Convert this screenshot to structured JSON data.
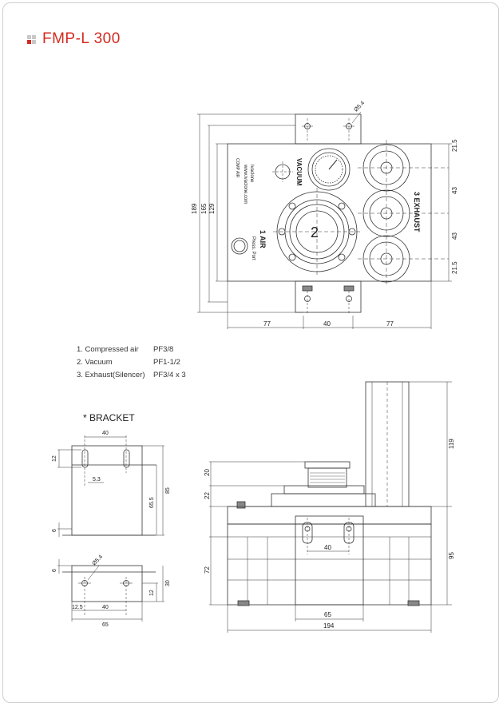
{
  "header": {
    "title": "FMP-L 300",
    "icon": "four-square-bullet-icon",
    "bullet_colors": [
      "#c8c8c8",
      "#c8c8c8",
      "#d42a20",
      "#c8c8c8"
    ],
    "accent": "#d42a20"
  },
  "top_view": {
    "dims": {
      "overall_h": "189",
      "h165": "165",
      "h129": "129",
      "w_left": "77",
      "w_mid": "40",
      "w_right": "77",
      "r_top": "21.5",
      "r_43a": "43",
      "r_43b": "43",
      "r_bot": "21.5",
      "hole": "Ø5.4"
    },
    "labels": {
      "vacuum": "VACUUM",
      "exhaust": "3 EXHAUST",
      "air": "1 AIR",
      "air_sub": "Press. Port",
      "center": "2",
      "brand1": "Ivaclone",
      "brand2": "www.ivaclone.com",
      "brand3": "COMP AIR"
    }
  },
  "specs": [
    {
      "label": "1. Compressed air",
      "value": "PF3/8"
    },
    {
      "label": "2. Vacuum",
      "value": "PF1-1/2"
    },
    {
      "label": "3. Exhaust(Silencer)",
      "value": "PF3/4 x 3"
    }
  ],
  "bracket": {
    "title": "* BRACKET",
    "dims": {
      "w40": "40",
      "h12": "12",
      "d53": "5.3",
      "h655": "65.5",
      "h85": "85",
      "h6": "6",
      "h6b": "6",
      "hole": "Ø5.4",
      "h12b": "12",
      "h30": "30",
      "w125": "12.5",
      "w40b": "40",
      "w65": "65"
    }
  },
  "side_view": {
    "dims": {
      "h119": "119",
      "h20": "20",
      "h22": "22",
      "h72": "72",
      "h95": "95",
      "w40": "40",
      "w65": "65",
      "w194": "194"
    }
  }
}
